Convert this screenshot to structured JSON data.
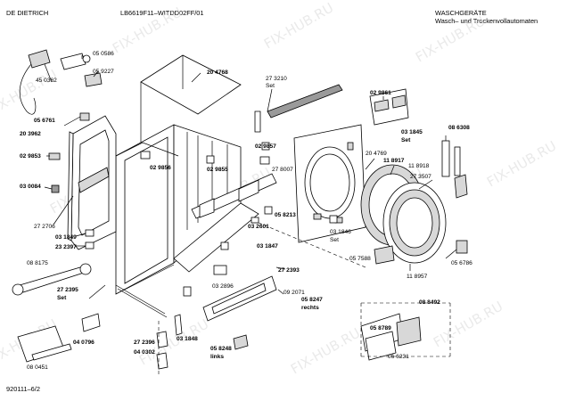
{
  "header": {
    "brand": "DE DIETRICH",
    "model_code": "LB6619F11–WITDD02FF/01",
    "category_line1": "WASCHGERÄTE",
    "category_line2": "Wasch– und Trockenvollautomaten"
  },
  "footer": {
    "doc_number": "920111–6/2"
  },
  "watermark": "FIX-HUB.RU",
  "labels": {
    "p050586": "05 0586",
    "p450362": "45 0362",
    "p059227": "05 9227",
    "p204768": "20 4768",
    "p273210": "27 3210",
    "p273210set": "Set",
    "p029861": "02 9861",
    "p056761": "05 6761",
    "p203962": "20 3962",
    "p029853": "02 9853",
    "p030084": "03 0084",
    "p029856": "02 9856",
    "p029855": "02 9855",
    "p029857": "02 9857",
    "p278007": "27 8007",
    "p031845": "03 1845",
    "p031845set": "Set",
    "p086308": "08 6308",
    "p204769": "20 4769",
    "p118917": "11 8917",
    "p118918": "11 8918",
    "p273507": "27 3507",
    "p272706": "27 2706",
    "p031849": "03 1849",
    "p232397": "23 2397",
    "p058213": "05 8213",
    "p032601": "03 2601",
    "p031846": "03 1846",
    "p031846set": "Set",
    "p031847": "03 1847",
    "p081875": "08 8175",
    "p272393": "27 2393",
    "p057588": "05 7588",
    "p118957": "11 8957",
    "p056786": "05 6786",
    "p272395": "27 2395",
    "p272395set": "Set",
    "p032896": "03 2896",
    "p092071": "09 2071",
    "p058247": "05 8247",
    "p058247b": "rechts",
    "p088492": "08 8492",
    "p040796": "04 0796",
    "p272396": "27 2396",
    "p031848": "03 1848",
    "p040302": "04 0302",
    "p058248": "05 8248",
    "p058248b": "links",
    "p058789": "05 8789",
    "p066231": "06 6231",
    "p080451": "08 0451"
  },
  "colors": {
    "line": "#000000",
    "part_fill": "#d8d8d8",
    "watermark": "#d9d9d9"
  }
}
